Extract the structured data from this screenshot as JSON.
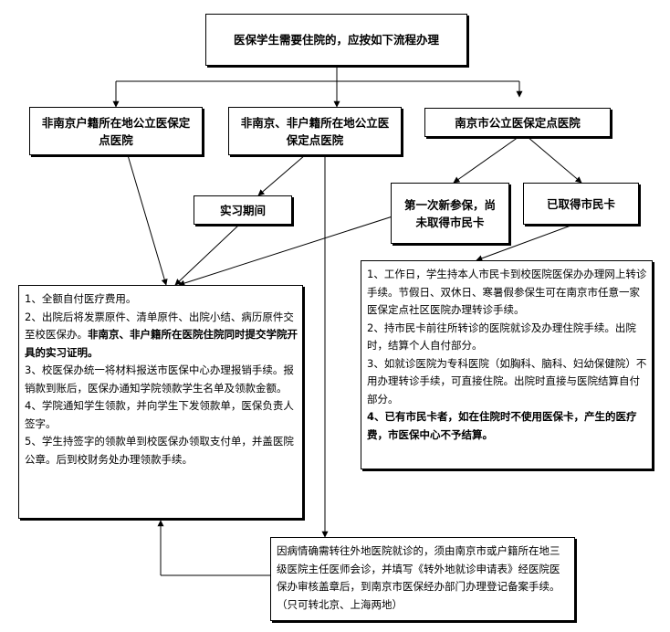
{
  "top": {
    "text": "医保学生需要住院的，应按如下流程办理"
  },
  "level2": {
    "left": "非南京户籍所在地公立医保定点医院",
    "middle": "非南京、非户籍所在地公立医保定点医院",
    "right": "南京市公立医保定点医院"
  },
  "internship": {
    "text": "实习期间"
  },
  "first_insured": {
    "text": "第一次新参保，尚未取得市民卡"
  },
  "has_card": {
    "text": "已取得市民卡"
  },
  "left_procedure": {
    "items": [
      {
        "text": "1、全额自付医疗费用。"
      },
      {
        "text": "2、出院后将发票原件、清单原件、出院小结、病历原件交至校医保办。",
        "bold": "非南京、非户籍所在医院住院同时提交学院开具的实习证明。"
      },
      {
        "text": "3、校医保办统一将材料报送市医保中心办理报销手续。报销款到账后，医保办通知学院领款学生名单及领款金额。"
      },
      {
        "text": "4、学院通知学生领款，并向学生下发领款单，医保负责人签字。"
      },
      {
        "text": "5、学生持签字的领款单到校医保办领取支付单，并盖医院公章。后到校财务处办理领款手续。"
      }
    ]
  },
  "right_procedure": {
    "items": [
      {
        "text": "1、工作日，学生持本人市民卡到校医院医保办办理网上转诊手续。节假日、双休日、寒暑假参保生可在南京市任意一家医保定点社区医院办理转诊手续。"
      },
      {
        "text": "2、持市民卡前往所转诊的医院就诊及办理住院手续。出院时，结算个人自付部分。"
      },
      {
        "text": "3、如就诊医院为专科医院（如胸科、脑科、妇幼保健院）不用办理转诊手续，可直接住院。出院时直接与医院结算自付部分。"
      },
      {
        "bold": "4、已有市民卡者，如在住院时不使用医保卡，产生的医疗费，市医保中心不予结算。"
      }
    ]
  },
  "transfer": {
    "text": "因病情确需转往外地医院就诊的，须由南京市或户籍所在地三级医院主任医师会诊，并填写《转外地就诊申请表》经医院医保办审核盖章后，到南京市医保经办部门办理登记备案手续。（只可转北京、上海两地）"
  }
}
